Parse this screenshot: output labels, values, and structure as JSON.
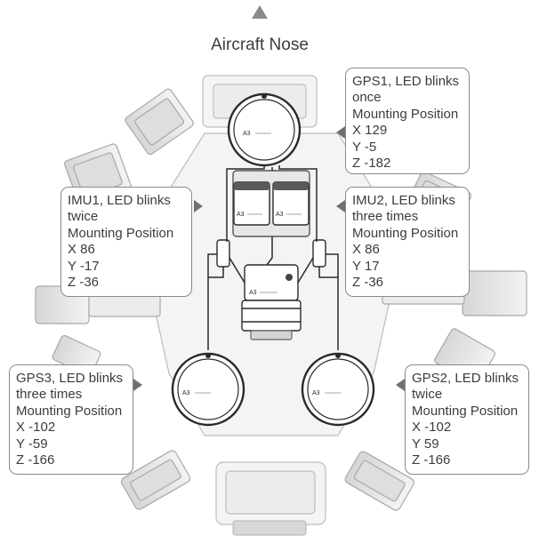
{
  "title": "Aircraft Nose",
  "module_logo": "A3",
  "callouts": {
    "gps1": {
      "lines": [
        "GPS1, LED blinks",
        "once",
        "Mounting Position",
        "X 129",
        "Y -5",
        "Z -182"
      ]
    },
    "imu1": {
      "lines": [
        "IMU1, LED blinks",
        "twice",
        "Mounting Position",
        "X 86",
        "Y -17",
        "Z -36"
      ]
    },
    "imu2": {
      "lines": [
        "IMU2, LED blinks",
        "three times",
        "Mounting Position",
        "X 86",
        "Y 17",
        "Z -36"
      ]
    },
    "gps3": {
      "lines": [
        "GPS3, LED blinks",
        "three times",
        "Mounting Position",
        "X -102",
        "Y -59",
        "Z -166"
      ]
    },
    "gps2": {
      "lines": [
        "GPS2, LED blinks",
        "twice",
        "Mounting Position",
        "X -102",
        "Y 59",
        "Z -166"
      ]
    }
  }
}
